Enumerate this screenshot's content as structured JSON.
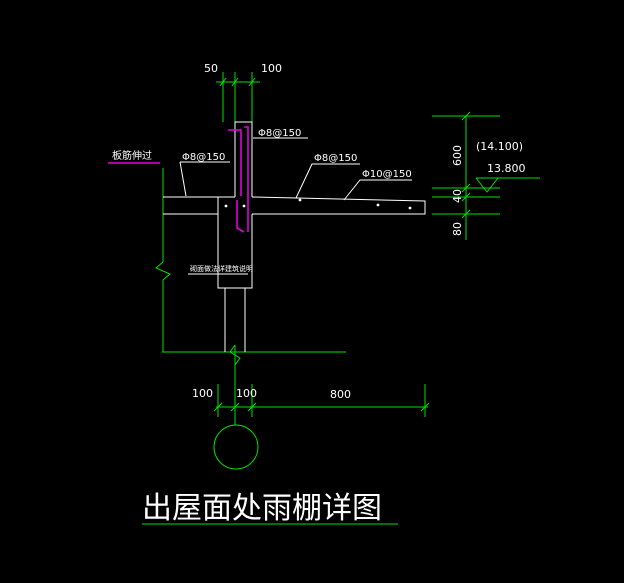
{
  "drawing": {
    "title": "出屋面处雨棚详图",
    "colors": {
      "background": "#000000",
      "structure": "#ffffff",
      "dimension": "#00e000",
      "rebar": "#e000e0",
      "leader": "#e0e000"
    },
    "dimensions": {
      "top_left": "50",
      "top_right": "100",
      "height_600": "600",
      "height_40": "40",
      "height_80": "80",
      "bottom_left": "100",
      "bottom_mid": "100",
      "bottom_span": "800"
    },
    "rebar_labels": {
      "top": "Φ8@150",
      "left": "Φ8@150",
      "mid": "Φ8@150",
      "right": "Φ10@150"
    },
    "notes": {
      "left_slab": "板筋伸过",
      "wall_note": "砌面做法详建筑说明"
    },
    "elevations": {
      "upper": "(14.100)",
      "lower": "13.800"
    }
  }
}
